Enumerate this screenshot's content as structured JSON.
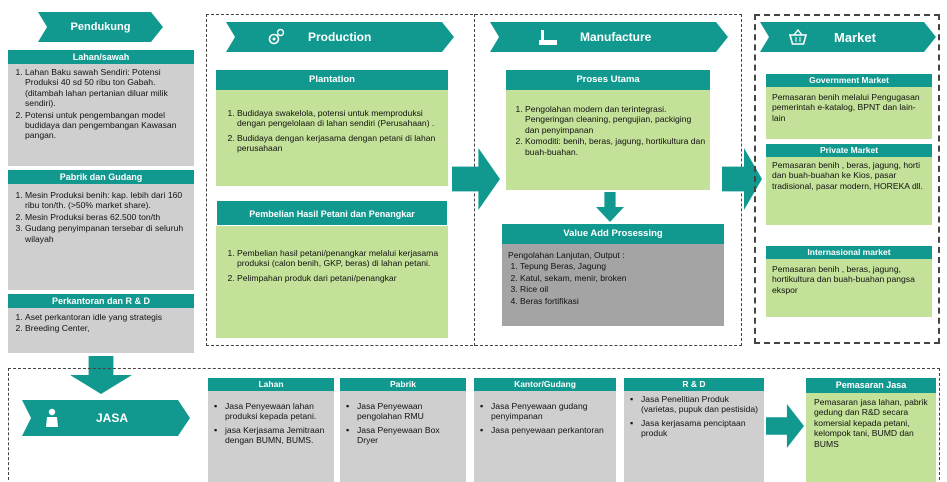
{
  "pendukung": {
    "title": "Pendukung",
    "lahan": {
      "header": "Lahan/sawah",
      "items": [
        "Lahan Baku sawah Sendiri: Potensi Produksi 40 sd 50 ribu ton Gabah. (ditambah lahan pertanian diluar milik sendiri).",
        "Potensi untuk pengembangan model budidaya dan pengembangan Kawasan pangan."
      ]
    },
    "pabrik": {
      "header": "Pabrik dan Gudang",
      "items": [
        "Mesin Produksi benih: kap. lebih dari 160 ribu ton/th. (>50% market share).",
        "Mesin Produksi beras 62.500 ton/th",
        "Gudang penyimpanan tersebar di seluruh wilayah"
      ]
    },
    "perkantoran": {
      "header": "Perkantoran dan R & D",
      "items": [
        "Aset perkantoran idle yang strategis",
        "Breeding Center,"
      ]
    }
  },
  "production": {
    "title": "Production",
    "plantation": {
      "header": "Plantation",
      "items": [
        "Budidaya swakelola, potensi untuk memproduksi dengan pengelolaan di lahan sendiri (Perusahaan) .",
        "Budidaya dengan kerjasama dengan petani di lahan perusahaan"
      ]
    },
    "pembelian": {
      "header": "Pembelian Hasil Petani dan Penangkar",
      "items": [
        "Pembelian hasil petani/penangkar melalui kerjasama produksi (calon benih, GKP, beras) di lahan petani.",
        "Pelimpahan produk dari petani/penangkar"
      ]
    }
  },
  "manufacture": {
    "title": "Manufacture",
    "proses": {
      "header": "Proses Utama",
      "items": [
        "Pengolahan modern dan terintegrasi. Pengeringan cleaning, pengujian, packiging dan penyimpanan",
        "Komoditi: benih, beras, jagung, hortikultura dan buah-buahan."
      ]
    },
    "value_add": {
      "header": "Value Add Prosessing",
      "intro": "Pengolahan Lanjutan, Output :",
      "items": [
        "Tepung Beras, Jagung",
        "Katul, sekam, menir, broken",
        "Rice oil",
        "Beras fortifikasi"
      ]
    }
  },
  "market": {
    "title": "Market",
    "government": {
      "header": "Government Market",
      "text": "Pemasaran benih melalui Pengugasan pemerintah e-katalog, BPNT dan lain-lain"
    },
    "private": {
      "header": "Private Market",
      "text": "Pemasaran benih , beras, jagung, horti dan buah-buahan ke Kios, pasar tradisional, pasar modern, HOREKA dll."
    },
    "international": {
      "header": "Internasional market",
      "text": "Pemasaran benih , beras, jagung, hortikultura dan buah-buahan pangsa ekspor"
    }
  },
  "jasa": {
    "title": "JASA",
    "lahan": {
      "header": "Lahan",
      "items": [
        "Jasa Penyewaan lahan produksi kepada petani.",
        "jasa Kerjasama Jemitraan dengan BUMN, BUMS."
      ]
    },
    "pabrik": {
      "header": "Pabrik",
      "items": [
        "Jasa Penyewaan pengolahan RMU",
        "Jasa Penyewaan Box Dryer"
      ]
    },
    "kantor": {
      "header": "Kantor/Gudang",
      "items": [
        "Jasa Penyewaan gudang penyimpanan",
        "Jasa penyewaan perkantoran"
      ]
    },
    "rnd": {
      "header": "R & D",
      "items": [
        "Jasa Penelitian Produk (varietas, pupuk dan pestisida)",
        "Jasa kerjasama penciptaan produk"
      ]
    },
    "pemasaran": {
      "header": "Pemasaran Jasa",
      "text": "Pemasaran jasa lahan, pabrik gedung dan R&D secara komersial kepada petani, kelompok tani, BUMD dan BUMS"
    }
  },
  "icons": {
    "production": "gears-icon",
    "manufacture": "factory-icon",
    "market": "market-basket-icon",
    "jasa": "service-person-icon"
  },
  "colors": {
    "teal": "#11998f",
    "green": "#c3e199",
    "grey": "#cfcfcf",
    "dark_grey": "#a4a4a4"
  }
}
